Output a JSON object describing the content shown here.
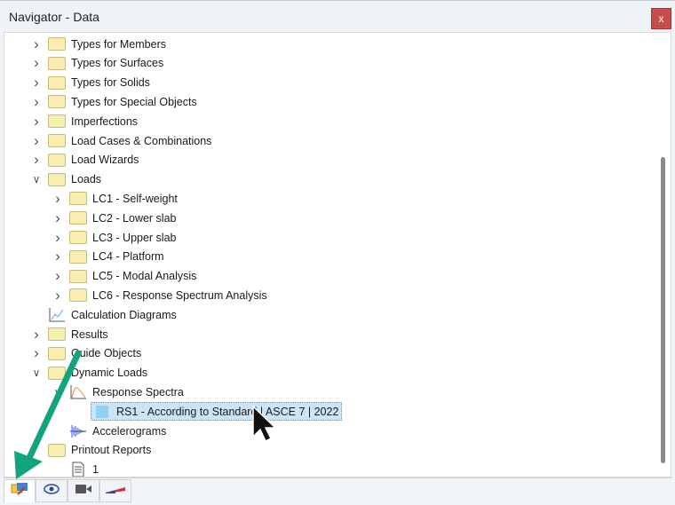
{
  "window": {
    "title": "Navigator - Data",
    "close_label": "x"
  },
  "tree": [
    {
      "label": "Types for Members",
      "level": 0,
      "expander": "collapsed",
      "icon": "folder-icon"
    },
    {
      "label": "Types for Surfaces",
      "level": 0,
      "expander": "collapsed",
      "icon": "folder-icon"
    },
    {
      "label": "Types for Solids",
      "level": 0,
      "expander": "collapsed",
      "icon": "folder-icon"
    },
    {
      "label": "Types for Special Objects",
      "level": 0,
      "expander": "collapsed",
      "icon": "folder-icon"
    },
    {
      "label": "Imperfections",
      "level": 0,
      "expander": "collapsed",
      "icon": "folder-icon"
    },
    {
      "label": "Load Cases & Combinations",
      "level": 0,
      "expander": "collapsed",
      "icon": "folder-icon"
    },
    {
      "label": "Load Wizards",
      "level": 0,
      "expander": "collapsed",
      "icon": "folder-icon"
    },
    {
      "label": "Loads",
      "level": 0,
      "expander": "expanded",
      "icon": "folder-icon"
    },
    {
      "label": "LC1 - Self-weight",
      "level": 1,
      "expander": "collapsed",
      "icon": "folder-icon"
    },
    {
      "label": "LC2 - Lower slab",
      "level": 1,
      "expander": "collapsed",
      "icon": "folder-icon"
    },
    {
      "label": "LC3 - Upper slab",
      "level": 1,
      "expander": "collapsed",
      "icon": "folder-icon"
    },
    {
      "label": "LC4 - Platform",
      "level": 1,
      "expander": "collapsed",
      "icon": "folder-icon"
    },
    {
      "label": "LC5 - Modal Analysis",
      "level": 1,
      "expander": "collapsed",
      "icon": "folder-icon"
    },
    {
      "label": "LC6 - Response Spectrum Analysis",
      "level": 1,
      "expander": "collapsed",
      "icon": "folder-icon"
    },
    {
      "label": "Calculation Diagrams",
      "level": 0,
      "expander": "none",
      "icon": "diagram-icon"
    },
    {
      "label": "Results",
      "level": 0,
      "expander": "collapsed",
      "icon": "folder-icon"
    },
    {
      "label": "Guide Objects",
      "level": 0,
      "expander": "collapsed",
      "icon": "folder-icon"
    },
    {
      "label": "Dynamic Loads",
      "level": 0,
      "expander": "expanded",
      "icon": "folder-icon"
    },
    {
      "label": "Response Spectra",
      "level": 1,
      "expander": "expanded",
      "icon": "spectrum-icon"
    },
    {
      "label": "RS1 - According to Standard | ASCE 7 | 2022",
      "level": 2,
      "expander": "none",
      "icon": "color-swatch-icon",
      "selected": true
    },
    {
      "label": "Accelerograms",
      "level": 1,
      "expander": "none",
      "icon": "accelerogram-icon"
    },
    {
      "label": "Printout Reports",
      "level": 0,
      "expander": "none",
      "icon": "folder-icon"
    },
    {
      "label": "1",
      "level": 1,
      "expander": "none",
      "icon": "document-icon"
    }
  ],
  "toolbar": [
    {
      "icon": "data-navigator-icon",
      "active": true
    },
    {
      "icon": "eye-icon"
    },
    {
      "icon": "camera-icon"
    },
    {
      "icon": "color-scale-icon"
    }
  ],
  "colors": {
    "selection": "#cce4f7",
    "arrow": "#14a37f",
    "close": "#c94c4c",
    "swatch": "#8fd3f0"
  }
}
